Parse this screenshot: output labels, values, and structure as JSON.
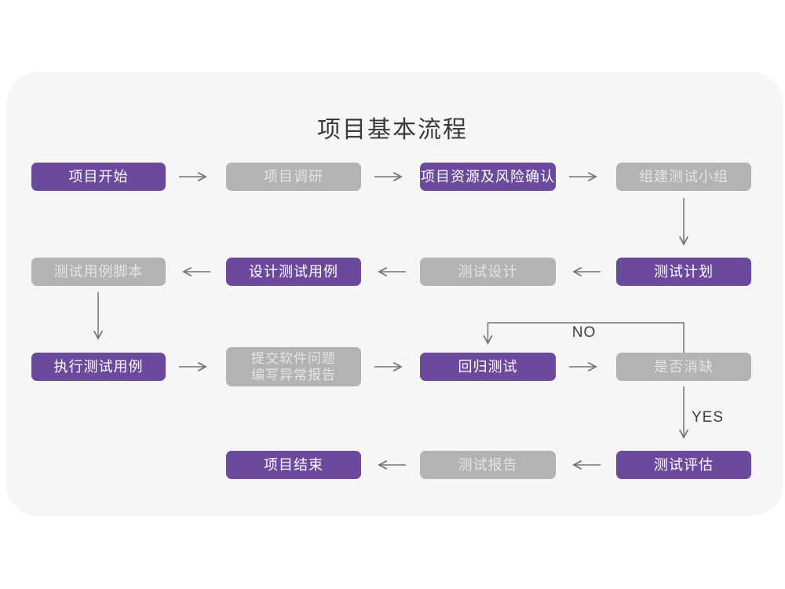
{
  "title": "项目基本流程",
  "colors": {
    "primary_node": "#6b4a9e",
    "secondary_node": "#b3b3b3",
    "text_on_primary": "#ffffff",
    "text_on_secondary": "#e4e4e4",
    "connector": "#757575",
    "card_background": "#f7f6f7",
    "page_background": "#ffffff",
    "title_text": "#3a3a3a"
  },
  "nodes": [
    {
      "id": "project-start",
      "label": "项目开始",
      "variant": "primary"
    },
    {
      "id": "project-research",
      "label": "项目调研",
      "variant": "secondary"
    },
    {
      "id": "resources-risk",
      "label": "项目资源及风险确认",
      "variant": "primary"
    },
    {
      "id": "build-test-team",
      "label": "组建测试小组",
      "variant": "secondary"
    },
    {
      "id": "test-plan",
      "label": "测试计划",
      "variant": "primary"
    },
    {
      "id": "test-design",
      "label": "测试设计",
      "variant": "secondary"
    },
    {
      "id": "design-test-cases",
      "label": "设计测试用例",
      "variant": "primary"
    },
    {
      "id": "test-case-scripts",
      "label": "测试用例脚本",
      "variant": "secondary"
    },
    {
      "id": "execute-test-cases",
      "label": "执行测试用例",
      "variant": "primary"
    },
    {
      "id": "submit-issue-report",
      "label": "提交软件问题\n编写异常报告",
      "variant": "secondary"
    },
    {
      "id": "regression-test",
      "label": "回归测试",
      "variant": "primary"
    },
    {
      "id": "defect-cleared",
      "label": "是否消缺",
      "variant": "secondary"
    },
    {
      "id": "test-evaluation",
      "label": "测试评估",
      "variant": "primary"
    },
    {
      "id": "test-report",
      "label": "测试报告",
      "variant": "secondary"
    },
    {
      "id": "project-end",
      "label": "项目结束",
      "variant": "primary"
    }
  ],
  "edge_labels": {
    "no": "NO",
    "yes": "YES"
  }
}
